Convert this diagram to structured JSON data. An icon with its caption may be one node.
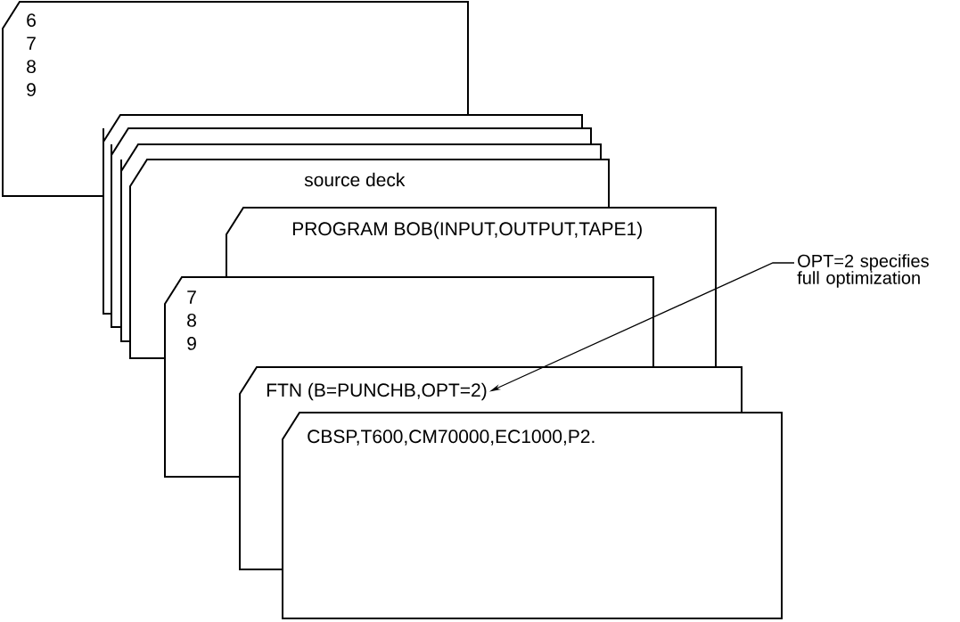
{
  "diagram": {
    "nodes": [
      {
        "text": [
          "6 7 8 9"
        ]
      },
      {
        "text": [],
        "shape": "box"
      },
      {
        "text": [],
        "shape": "box"
      },
      {
        "text": [],
        "shape": "box"
      },
      {
        "text": [
          "source deck"
        ]
      },
      {
        "text": [
          "PROGRAM BOB(INPUT,OUTPUT,TAPE1)"
        ]
      },
      {
        "text": [
          "7 8 9"
        ]
      },
      {
        "text": [
          "FTN (B=PUNCHB,OPT=2)"
        ]
      },
      {
        "text": [
          "CBSP,T600,CM70000,EC1000,P2."
        ]
      },
      {
        "text": [
          "OPT=2 specifies full optimization"
        ]
      }
    ],
    "edges": [
      {
        "from": 9,
        "to": 7,
        "arrow": "to"
      }
    ]
  }
}
